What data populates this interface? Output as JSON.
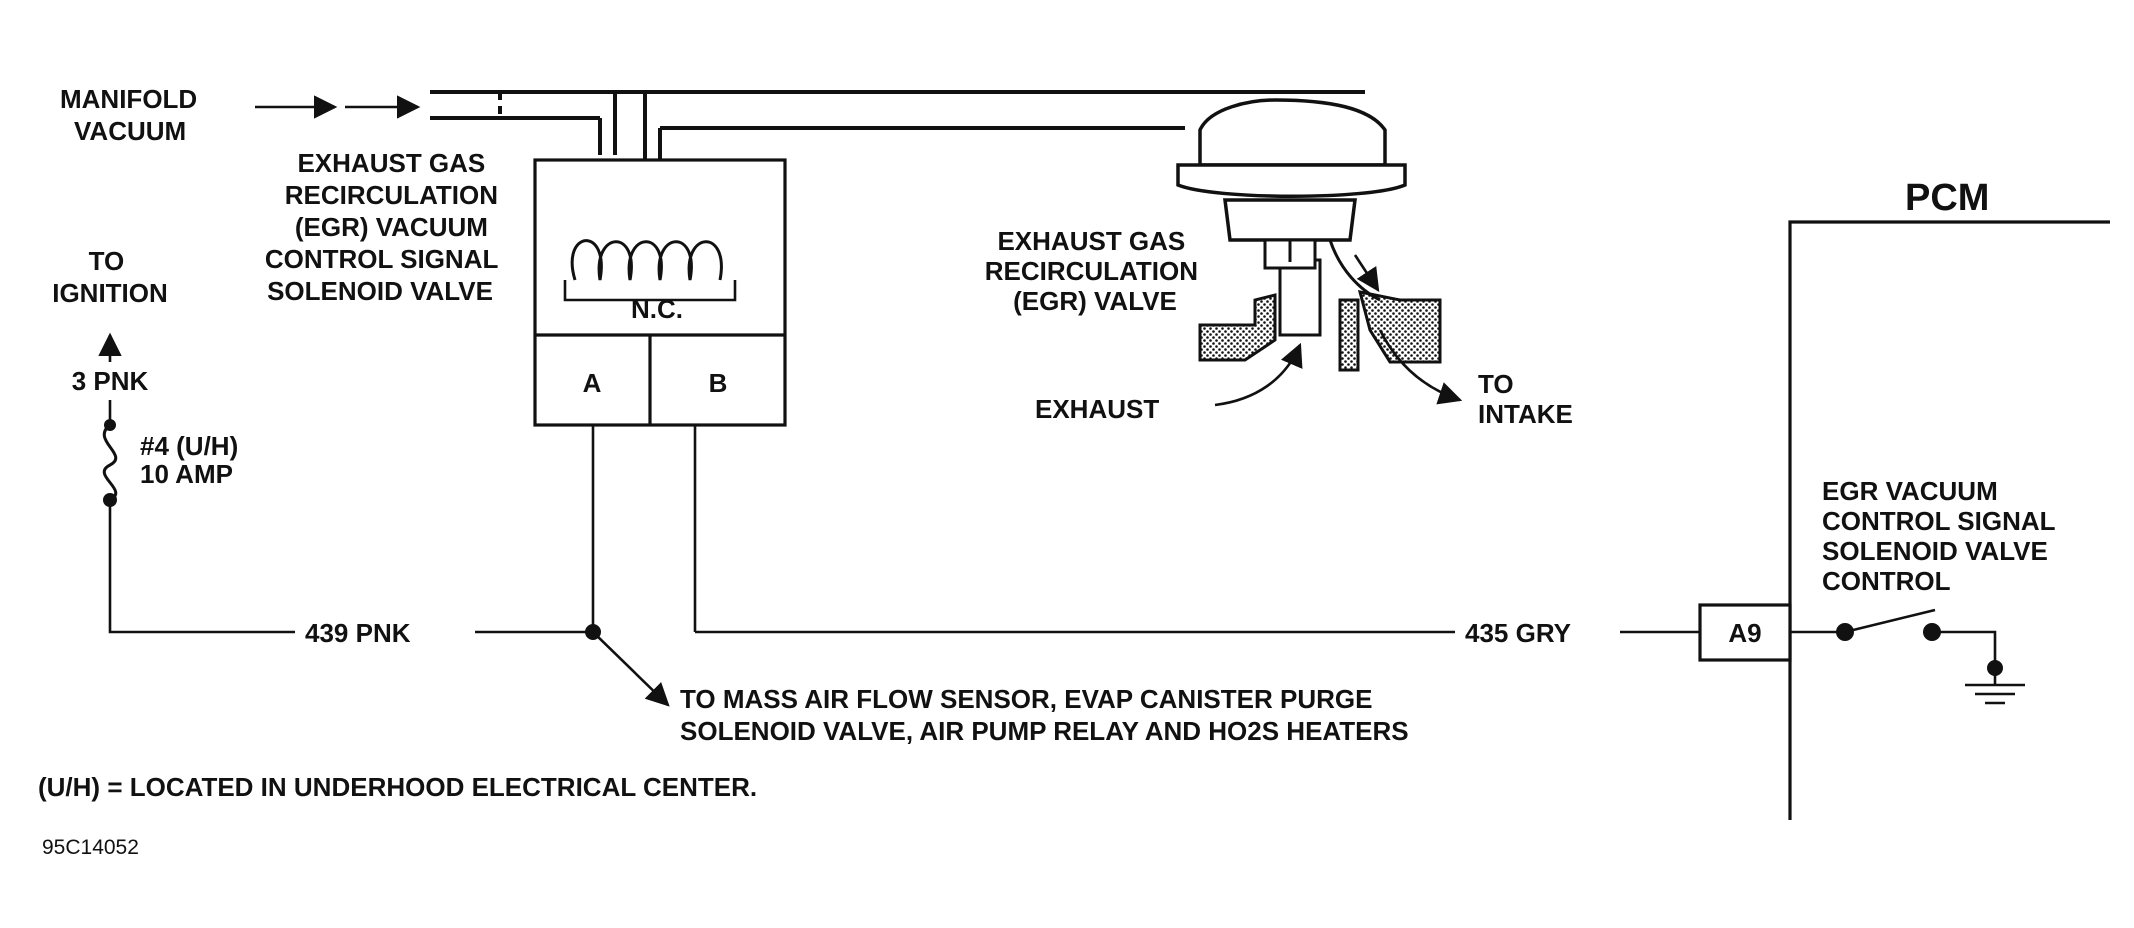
{
  "labels": {
    "manifold_vacuum": [
      "MANIFOLD",
      "VACUUM"
    ],
    "egr_solenoid": [
      "EXHAUST GAS",
      "RECIRCULATION",
      "(EGR) VACUUM",
      "CONTROL SIGNAL",
      "SOLENOID VALVE"
    ],
    "to_ignition": [
      "TO",
      "IGNITION"
    ],
    "wire_3pnk": "3 PNK",
    "fuse": [
      "#4 (U/H)",
      "10 AMP"
    ],
    "solenoid_nc": "N.C.",
    "terminal_a": "A",
    "terminal_b": "B",
    "egr_valve": [
      "EXHAUST GAS",
      "RECIRCULATION",
      "(EGR) VALVE"
    ],
    "exhaust": "EXHAUST",
    "to_intake": [
      "TO",
      "INTAKE"
    ],
    "pcm": "PCM",
    "pcm_control": [
      "EGR VACUUM",
      "CONTROL SIGNAL",
      "SOLENOID VALVE",
      "CONTROL"
    ],
    "wire_439": "439 PNK",
    "wire_435": "435 GRY",
    "pin_a9": "A9",
    "splice_to": [
      "TO MASS AIR FLOW SENSOR, EVAP CANISTER PURGE",
      "SOLENOID VALVE, AIR PUMP RELAY AND HO2S HEATERS"
    ],
    "footnote": "(U/H) = LOCATED IN UNDERHOOD ELECTRICAL CENTER.",
    "figure_code": "95C14052"
  },
  "colors": {
    "ink": "#111111",
    "paper": "#ffffff"
  }
}
